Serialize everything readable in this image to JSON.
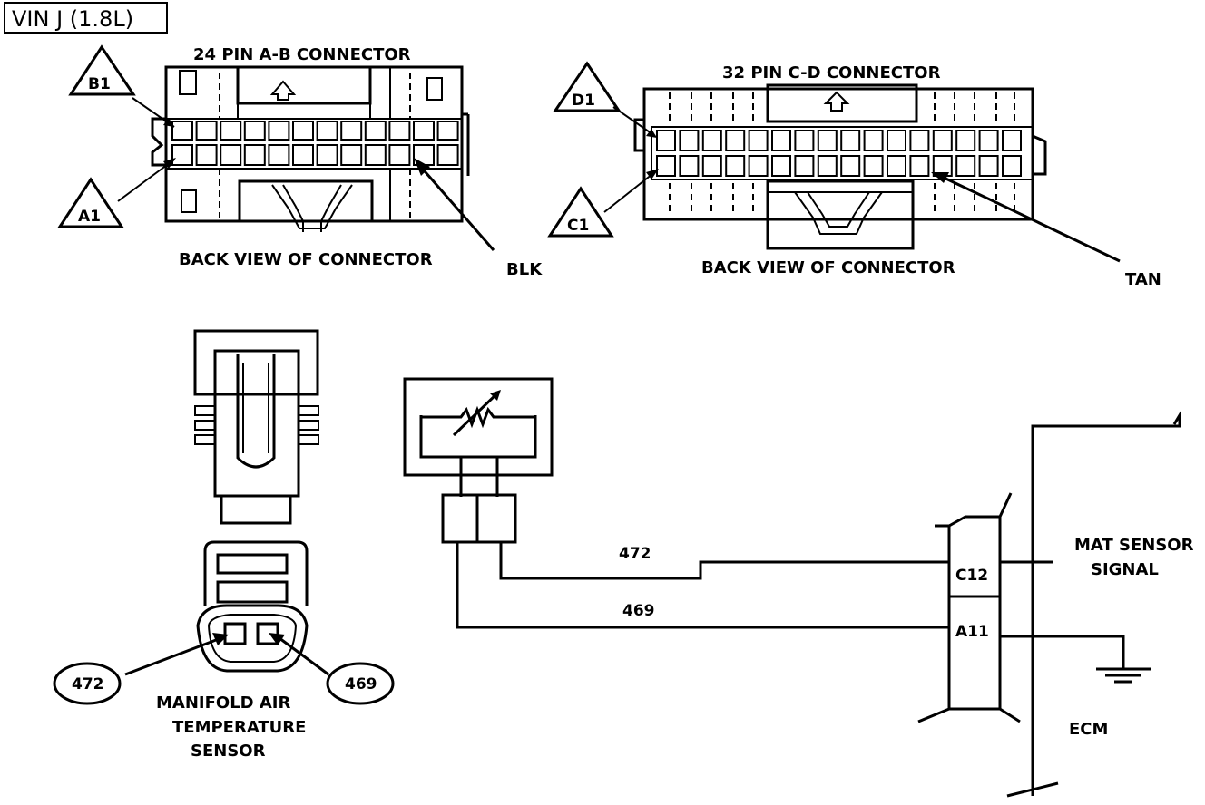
{
  "title": "VIN J (1.8L)",
  "connector_ab": {
    "title": "24 PIN A-B  CONNECTOR",
    "view_label": "BACK VIEW OF CONNECTOR",
    "pin_b1": "B1",
    "pin_a1": "A1",
    "color_label": "BLK"
  },
  "connector_cd": {
    "title": "32 PIN C-D  CONNECTOR",
    "view_label": "BACK VIEW OF CONNECTOR",
    "pin_d1": "D1",
    "pin_c1": "C1",
    "color_label": "TAN"
  },
  "sensor": {
    "name_line1": "MANIFOLD  AIR",
    "name_line2": "TEMPERATURE",
    "name_line3": "SENSOR",
    "terminal_left": "472",
    "terminal_right": "469"
  },
  "circuit": {
    "wire_signal": "472",
    "wire_ground": "469",
    "ecm_pin_signal": "C12",
    "ecm_pin_ground": "A11",
    "signal_line1": "MAT SENSOR",
    "signal_line2": "SIGNAL",
    "ecm_label": "ECM"
  }
}
